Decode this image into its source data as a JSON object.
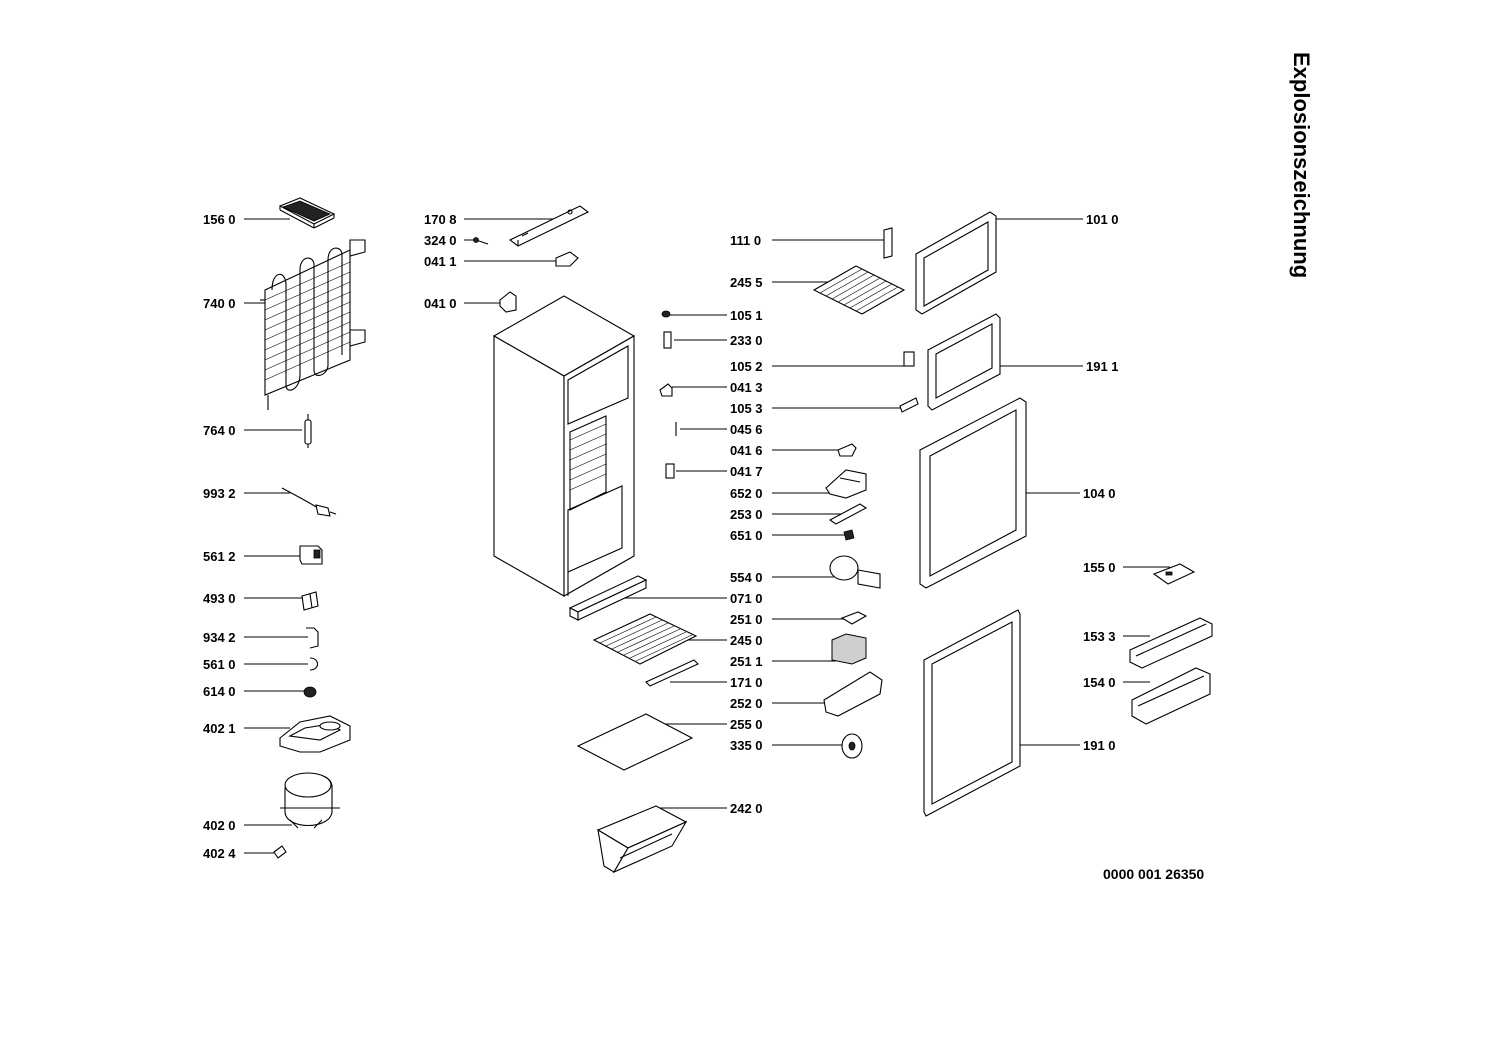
{
  "title": "Explosionszeichnung",
  "document_number": "0000 001 26350",
  "parts": {
    "p1560": "156 0",
    "p7400": "740 0",
    "p7640": "764 0",
    "p9932": "993 2",
    "p5612": "561 2",
    "p4930": "493 0",
    "p9342": "934 2",
    "p5610": "561 0",
    "p6140": "614 0",
    "p4021": "402 1",
    "p4020": "402 0",
    "p4024": "402 4",
    "p1708": "170 8",
    "p3240": "324 0",
    "p0411": "041 1",
    "p0410": "041 0",
    "p1110": "111 0",
    "p2455a": "245 5",
    "p1051": "105 1",
    "p2330": "233 0",
    "p1052": "105 2",
    "p0413": "041 3",
    "p1053": "105 3",
    "p0456": "045 6",
    "p0416": "041 6",
    "p0417": "041 7",
    "p6520": "652 0",
    "p2530": "253 0",
    "p6510": "651 0",
    "p5540": "554 0",
    "p0710": "071 0",
    "p2510": "251 0",
    "p2450": "245 0",
    "p2511": "251 1",
    "p1710": "171 0",
    "p2520": "252 0",
    "p2550": "255 0",
    "p3350": "335 0",
    "p2420": "242 0",
    "p1010": "101 0",
    "p1911": "191 1",
    "p1040": "104 0",
    "p1550": "155 0",
    "p1533": "153 3",
    "p1540": "154 0",
    "p1910": "191 0"
  }
}
